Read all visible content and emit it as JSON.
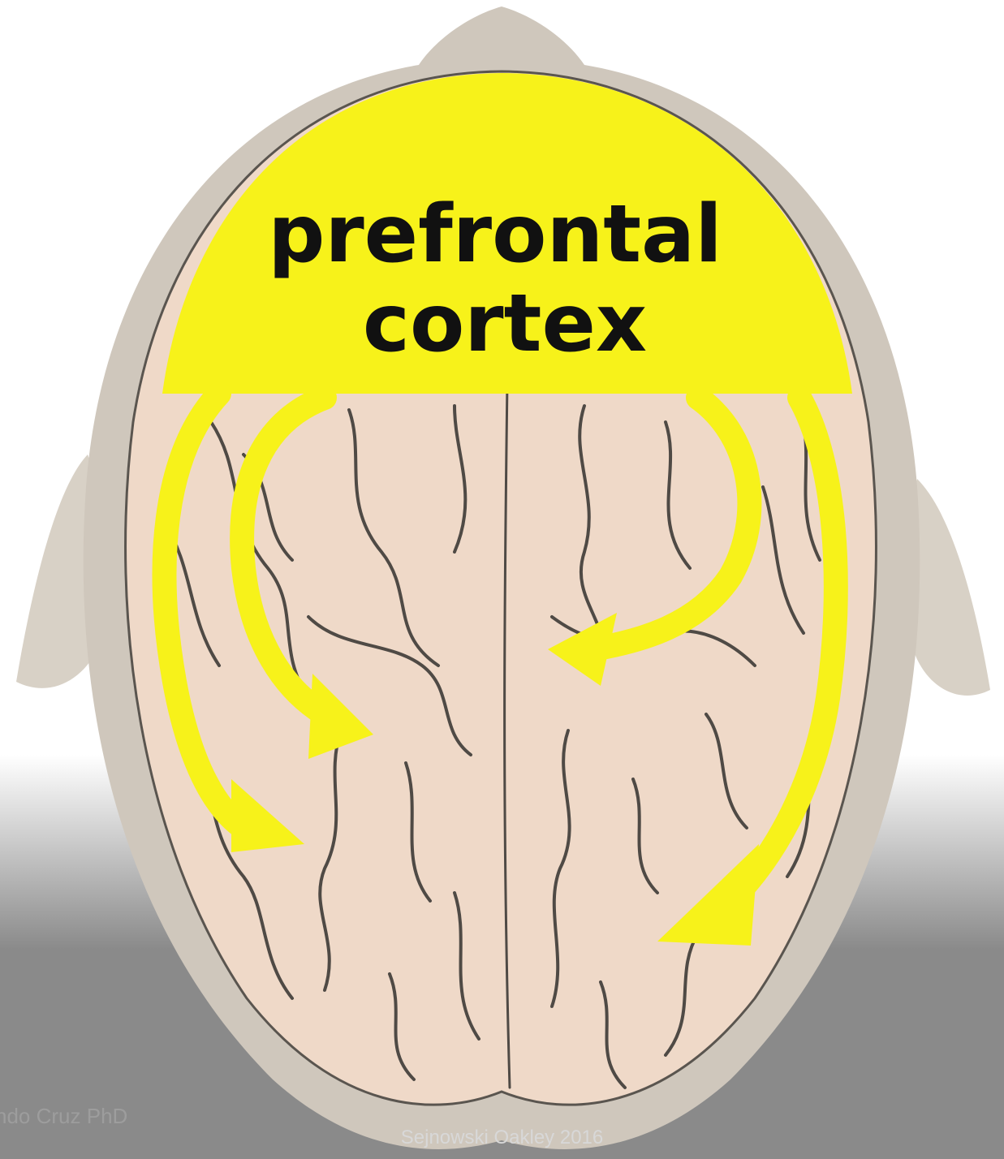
{
  "diagram": {
    "label_line1": "prefrontal",
    "label_line2": "cortex",
    "credit": "Sejnowski Oakley 2016",
    "watermark": "ndo Cruz PhD",
    "colors": {
      "highlight": "#f7f21a",
      "brain": "#efd9c8",
      "skull": "#cfc7bc",
      "ears": "#d8d1c6",
      "sulci": "#4f4a45",
      "label": "#111111"
    },
    "arrows": [
      "left-outer-arrow",
      "left-inner-arrow",
      "right-inner-arrow",
      "right-outer-arrow"
    ]
  }
}
